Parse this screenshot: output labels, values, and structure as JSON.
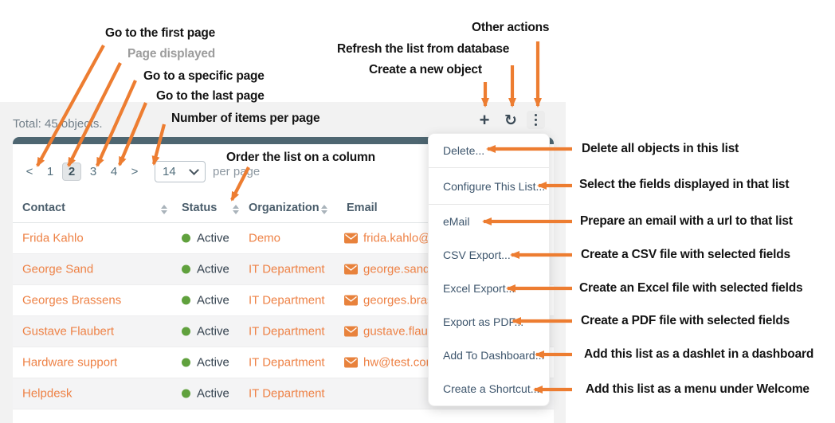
{
  "callouts": {
    "go_first": "Go to the first page",
    "page_displayed": "Page displayed",
    "go_specific": "Go to a specific page",
    "go_last": "Go to the last page",
    "items_per_page": "Number of items per page",
    "order_column": "Order the list on a column",
    "refresh_db": "Refresh the list from database",
    "create_object": "Create a new object",
    "other_actions": "Other actions",
    "delete_all": "Delete all objects in this list",
    "select_fields": "Select the fields displayed in that list",
    "prepare_email": "Prepare an email with a url to that list",
    "create_csv": "Create a CSV file with selected fields",
    "create_excel": "Create an Excel file with selected fields",
    "create_pdf": "Create a PDF file with selected fields",
    "add_dashlet": "Add this list as a dashlet in a dashboard",
    "add_menu": "Add this list as a menu under Welcome"
  },
  "list_panel": {
    "total_label": "Total: 45 objects.",
    "toolbar": {
      "create_icon": "plus-icon",
      "create_glyph": "+",
      "refresh_icon": "refresh-icon",
      "refresh_glyph": "↻",
      "other_actions_icon": "kebab-menu-icon"
    },
    "pagination": {
      "prev_glyph": "<",
      "next_glyph": ">",
      "pages": [
        "1",
        "2",
        "3",
        "4"
      ],
      "current_page": "2",
      "per_page_value": "14",
      "per_page_label": "per page"
    },
    "table": {
      "columns": [
        "Contact",
        "Status",
        "Organization",
        "Email"
      ],
      "rows": [
        {
          "contact": "Frida Kahlo",
          "status": "Active",
          "organization": "Demo",
          "email": "frida.kahlo@de"
        },
        {
          "contact": "George Sand",
          "status": "Active",
          "organization": "IT Department",
          "email": "george.sand@i"
        },
        {
          "contact": "Georges Brassens",
          "status": "Active",
          "organization": "IT Department",
          "email": "georges.brasse"
        },
        {
          "contact": "Gustave Flaubert",
          "status": "Active",
          "organization": "IT Department",
          "email": "gustave.flaube"
        },
        {
          "contact": "Hardware support",
          "status": "Active",
          "organization": "IT Department",
          "email": "hw@test.com"
        },
        {
          "contact": "Helpdesk",
          "status": "Active",
          "organization": "IT Department",
          "email": ""
        }
      ]
    }
  },
  "actions_menu": {
    "items": [
      "Delete...",
      "Configure This List...",
      "eMail",
      "CSV Export...",
      "Excel Export...",
      "Export as PDF...",
      "Add To Dashboard...",
      "Create a Shortcut..."
    ]
  },
  "colors": {
    "accent_arrow_orange": "#ED7D31",
    "link_orange": "#EE8246",
    "status_green": "#60A13D",
    "header_bar_teal": "#4E6671",
    "panel_gray": "#F2F2F2",
    "muted_label_gray": "#9C9C9C"
  }
}
